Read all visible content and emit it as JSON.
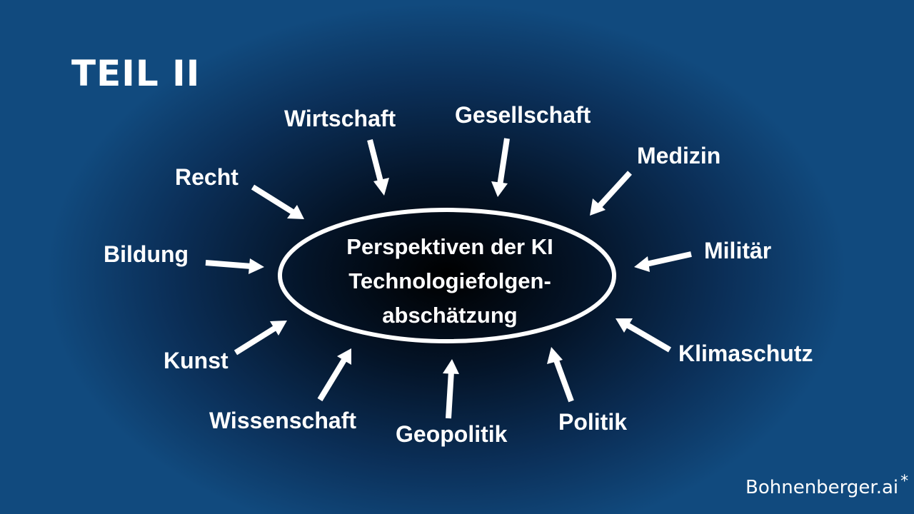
{
  "title": "TEIL II",
  "center": {
    "line1": "Perspektiven der KI",
    "line2": "Technologiefolgen-",
    "line3": "abschätzung"
  },
  "topics": {
    "wirtschaft": "Wirtschaft",
    "gesellschaft": "Gesellschaft",
    "medizin": "Medizin",
    "recht": "Recht",
    "militaer": "Militär",
    "bildung": "Bildung",
    "klimaschutz": "Klimaschutz",
    "kunst": "Kunst",
    "politik": "Politik",
    "wissenschaft": "Wissenschaft",
    "geopolitik": "Geopolitik"
  },
  "brand": {
    "name": "Bohnenberger.ai",
    "star": "*"
  },
  "colors": {
    "background_edge": "#114a7e",
    "background_center": "#000000",
    "foreground": "#ffffff"
  }
}
